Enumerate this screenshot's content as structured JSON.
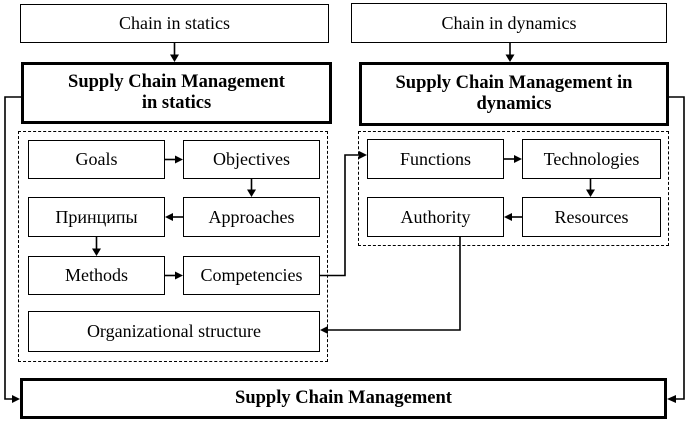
{
  "nodes": {
    "chain_statics": "Chain in statics",
    "chain_dynamics": "Chain in dynamics",
    "scm_statics": "Supply Chain Management\nin statics",
    "scm_dynamics": "Supply Chain Management in\ndynamics",
    "goals": "Goals",
    "objectives": "Objectives",
    "principles": "Принципы",
    "approaches": "Approaches",
    "methods": "Methods",
    "competencies": "Competencies",
    "org_structure": "Organizational structure",
    "functions": "Functions",
    "technologies": "Technologies",
    "authority": "Authority",
    "resources": "Resources",
    "scm": "Supply Chain Management"
  },
  "edges": [
    {
      "from": "chain_statics",
      "to": "scm_statics"
    },
    {
      "from": "chain_dynamics",
      "to": "scm_dynamics"
    },
    {
      "from": "goals",
      "to": "objectives"
    },
    {
      "from": "objectives",
      "to": "approaches"
    },
    {
      "from": "approaches",
      "to": "principles"
    },
    {
      "from": "principles",
      "to": "methods"
    },
    {
      "from": "methods",
      "to": "competencies"
    },
    {
      "from": "competencies",
      "to": "functions"
    },
    {
      "from": "functions",
      "to": "technologies"
    },
    {
      "from": "technologies",
      "to": "resources"
    },
    {
      "from": "resources",
      "to": "authority"
    },
    {
      "from": "authority",
      "to": "org_structure"
    },
    {
      "from": "scm_statics",
      "to": "scm"
    },
    {
      "from": "scm_dynamics",
      "to": "scm"
    }
  ],
  "colors": {
    "line": "#000000",
    "text": "#000000",
    "background": "#ffffff"
  }
}
